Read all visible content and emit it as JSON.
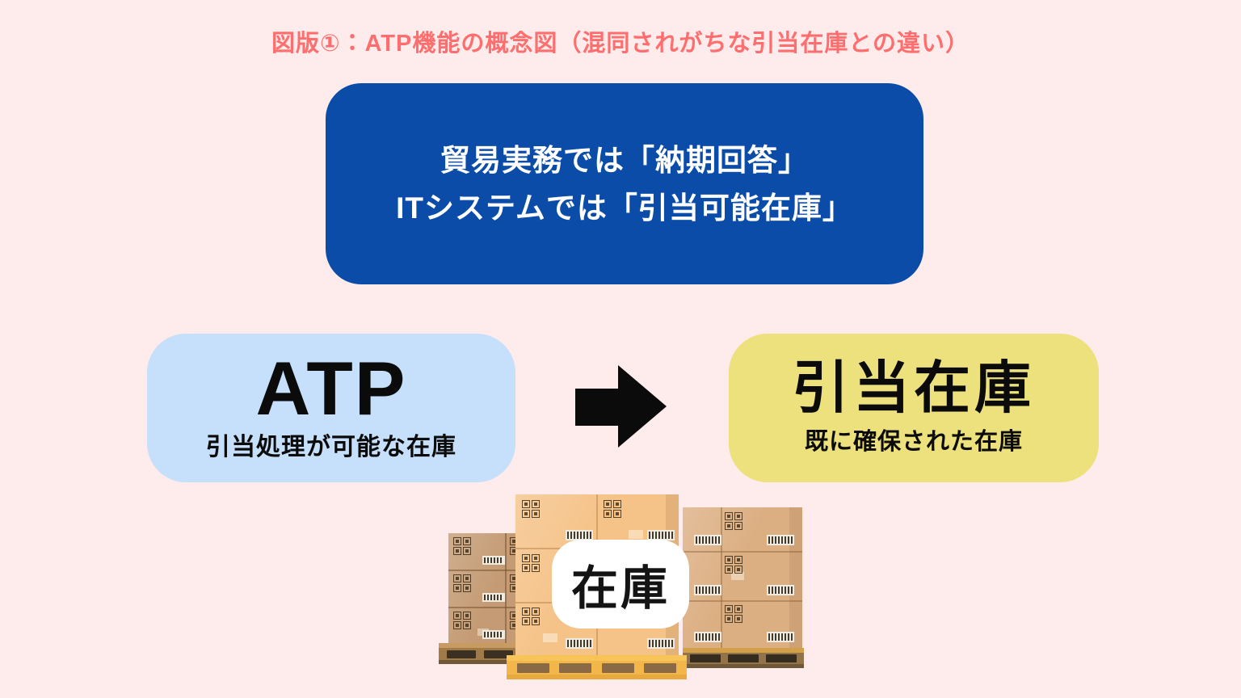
{
  "title": "図版①：ATP機能の概念図（混同されがちな引当在庫との違い）",
  "definition_box": {
    "line1": "貿易実務では「納期回答」",
    "line2": "ITシステムでは「引当可能在庫」"
  },
  "atp_box": {
    "label": "ATP",
    "sublabel": "引当処理が可能な在庫"
  },
  "arrow": {
    "icon": "arrow-right"
  },
  "allocated_box": {
    "label": "引当在庫",
    "sublabel": "既に確保された在庫"
  },
  "inventory": {
    "label": "在庫"
  },
  "colors": {
    "background": "#FDECEB",
    "title_red": "#FF6E6E",
    "definition_blue": "#0A4CA8",
    "atp_light_blue": "#C6DFFA",
    "allocated_yellow": "#ECE17C",
    "arrow_black": "#0B0B0B",
    "box_center_tan": "#F5C287",
    "box_left_brown": "#C49B74",
    "box_right_tan": "#DCAF83",
    "pallet_yellow": "#F2B64B"
  }
}
